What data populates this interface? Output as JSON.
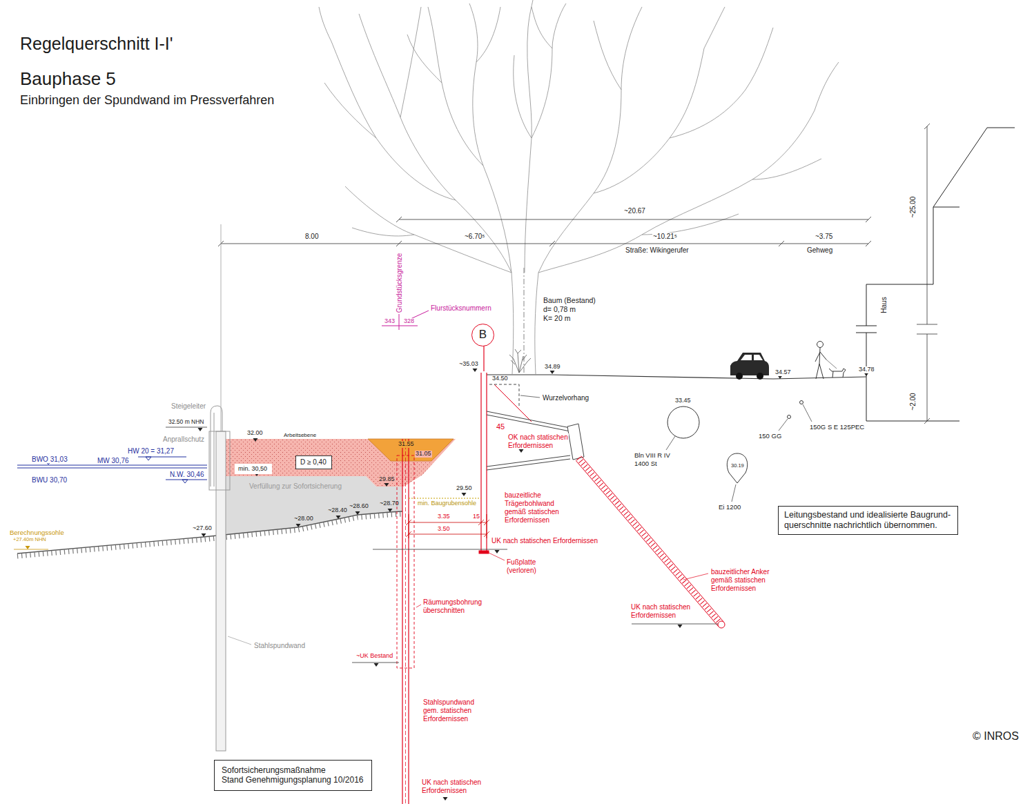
{
  "diagram": {
    "title": "Regelquerschnitt I-I'",
    "nodes": [
      {
        "text": [
          "B"
        ]
      },
      {
        "text": [
          "D ≥ 0,40"
        ]
      },
      {
        "text": [
          "min. 30,50"
        ]
      },
      {
        "text": [
          "Leitungsbestand und idealisierte Baugrund-",
          "querschnitte nachrichtlich übernommen."
        ]
      },
      {
        "text": [
          "Sofortsicherungsmaßnahme",
          "Stand Genehmigungsplanung 10/2016"
        ]
      }
    ],
    "labels": [
      "Bauphase 5",
      "Einbringen der Spundwand im Pressverfahren",
      "~20.67",
      "8.00",
      "~6.70⁵",
      "~10.21⁵",
      "Straße: Wikingerufer",
      "~3.75",
      "Gehweg",
      "~25.00",
      "Haus",
      "~2.00",
      "Grundstücksgrenze",
      "Flurstücksnummern",
      "343",
      "328",
      "Baum (Bestand)",
      "d= 0,78 m",
      "K= 20 m",
      "~35.03",
      "34.50",
      "34.89",
      "34.57",
      "34.78",
      "Wurzelvorhang",
      "45",
      "OK nach statischen",
      "Erfordernissen",
      "33.45",
      "Bln VIII R IV",
      "1400 St",
      "150 GG",
      "150G S E 125PEC",
      "30.19",
      "Ei 1200",
      "bauzeitliche",
      "Trägerbohlwand",
      "gemäß statischen",
      "Erfordernissen",
      "UK nach statischen Erfordernissen",
      "Fußplatte",
      "(verloren)",
      "bauzeitlicher Anker",
      "gemäß statischen",
      "Erfordernissen",
      "UK nach statischen",
      "Erfordernissen",
      "Steigeleiter",
      "32.50 m NHN",
      "Anprallschutz",
      "32.00",
      "Arbeitsebene",
      "HW 20 = 31,27",
      "BWO 31,03",
      "MW 30,76",
      "N.W. 30,46",
      "BWU 30,70",
      "31.55",
      "31.05",
      "29.85",
      "Verfüllung zur Sofortsicherung",
      "29.50",
      "min. Baugrubensohle",
      "3.35",
      "15",
      "3.50",
      "~28.70",
      "~28.60",
      "~28.40",
      "~28.00",
      "~27.60",
      "Berechnungssohle",
      "+27.40m NHN",
      "Stahlspundwand",
      "Räumungsbohrung",
      "überschnitten",
      "~UK Bestand",
      "Stahlspundwand",
      "gem. statischen",
      "Erfordernissen",
      "UK nach statischen",
      "Erfordernissen",
      "© INROS"
    ]
  }
}
